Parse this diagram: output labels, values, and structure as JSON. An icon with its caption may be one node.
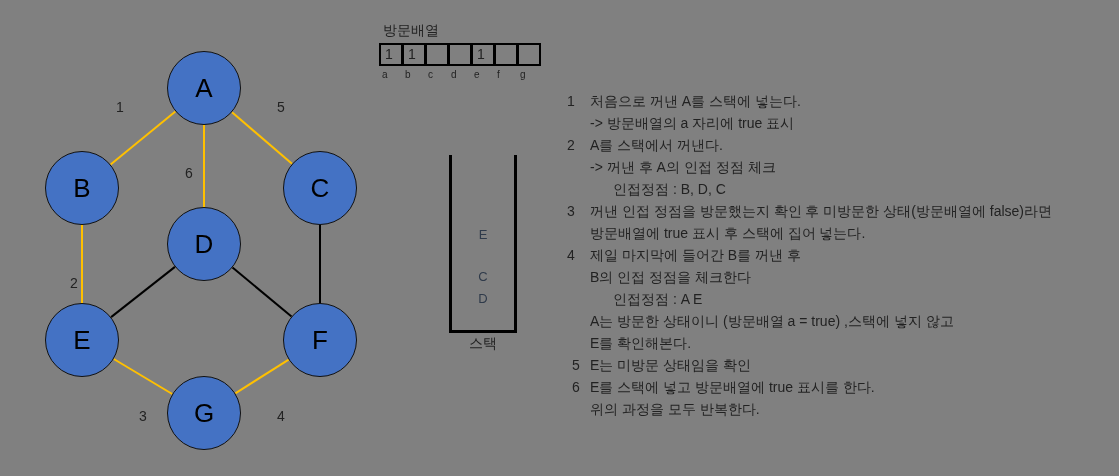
{
  "diagram": {
    "nodes": [
      {
        "text": [
          "A"
        ]
      },
      {
        "text": [
          "B"
        ]
      },
      {
        "text": [
          "C"
        ]
      },
      {
        "text": [
          "D"
        ]
      },
      {
        "text": [
          "E"
        ]
      },
      {
        "text": [
          "F"
        ]
      },
      {
        "text": [
          "G"
        ]
      },
      {
        "text": [
          "E",
          "C",
          "D"
        ],
        "beside": [
          "스택"
        ]
      }
    ],
    "edges": [
      {
        "from": 0,
        "to": 1,
        "arrow": "none",
        "label": "1"
      },
      {
        "from": 0,
        "to": 2,
        "arrow": "none",
        "label": "5"
      },
      {
        "from": 0,
        "to": 3,
        "arrow": "none",
        "label": "6"
      },
      {
        "from": 1,
        "to": 4,
        "arrow": "none",
        "label": "2"
      },
      {
        "from": 2,
        "to": 5,
        "arrow": "none",
        "color": "#000000"
      },
      {
        "from": 3,
        "to": 4,
        "arrow": "none",
        "color": "#000000"
      },
      {
        "from": 3,
        "to": 5,
        "arrow": "none",
        "color": "#000000"
      },
      {
        "from": 4,
        "to": 6,
        "arrow": "none",
        "label": "3"
      },
      {
        "from": 5,
        "to": 6,
        "arrow": "none",
        "label": "4"
      }
    ],
    "labels": [
      "방문배열",
      "1",
      "1",
      "1",
      "a",
      "b",
      "c",
      "d",
      "e",
      "f",
      "g",
      "1",
      "처음으로 꺼낸 A를 스택에 넣는다.",
      "-> 방문배열의 a 자리에 true 표시",
      "2",
      "A를 스택에서 꺼낸다.",
      "-> 꺼낸 후 A의 인접 정점 체크",
      "인접정점 : B, D, C",
      "3",
      "꺼낸 인접 정점을 방문했는지 확인 후 미방문한 상태(방문배열에 false)라면",
      "방문배열에 true 표시 후 스택에 집어 넣는다.",
      "4",
      "제일 마지막에 들어간 B를 꺼낸 후",
      "B의 인접 정점을 체크한다",
      "인접정점 : A E",
      "A는 방문한 상태이니 (방문배열 a = true) ,스택에 넣지 않고",
      "E를 확인해본다.",
      "5",
      "E는 미방문 상태임을 확인",
      "6",
      "E를 스택에 넣고 방문배열에 true 표시를 한다.",
      "위의 과정을 모두 반복한다."
    ]
  }
}
